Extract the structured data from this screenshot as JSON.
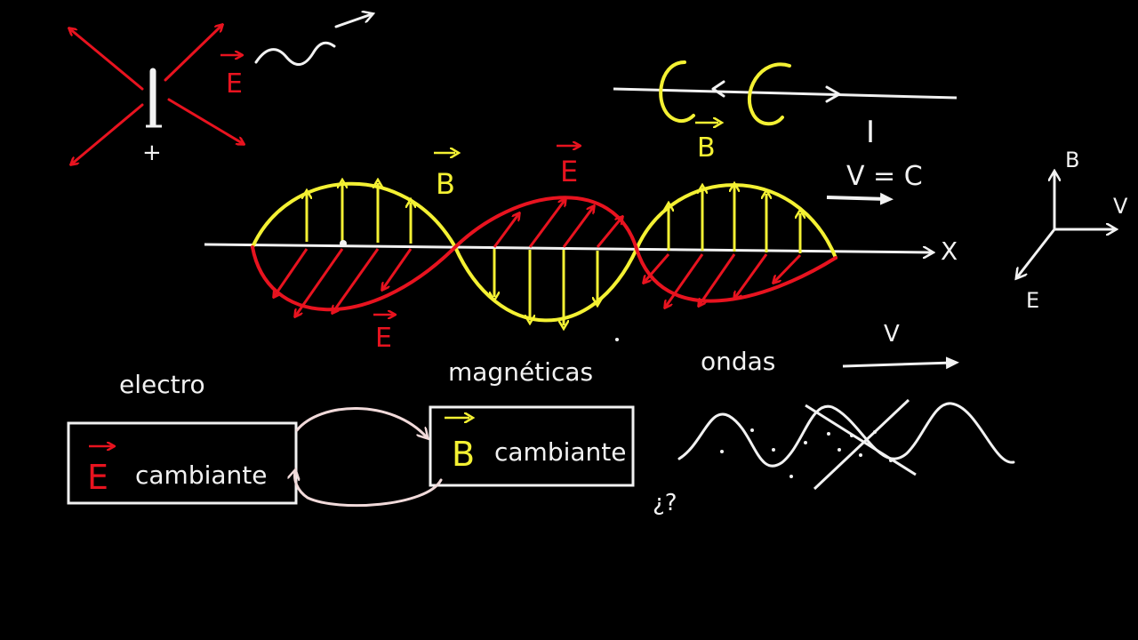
{
  "colors": {
    "background": "#000000",
    "chalk_white": "#f2f2f2",
    "chalk_red": "#e8131f",
    "chalk_yellow": "#f4f133",
    "chalk_pink": "#f1dada"
  },
  "labels": {
    "plus_sign": "+",
    "e_field": "E",
    "b_field": "B",
    "current": "I",
    "speed_eq": "V = C",
    "axis_x": "X",
    "axes_b": "B",
    "axes_v": "V",
    "axes_e": "E",
    "velocity": "V"
  },
  "words": {
    "electro": "electro",
    "magneticas": "magnéticas",
    "ondas": "ondas",
    "question": "¿?"
  },
  "boxes": {
    "left_symbol": "E",
    "left_text": "cambiante",
    "right_symbol": "B",
    "right_text": "cambiante"
  }
}
